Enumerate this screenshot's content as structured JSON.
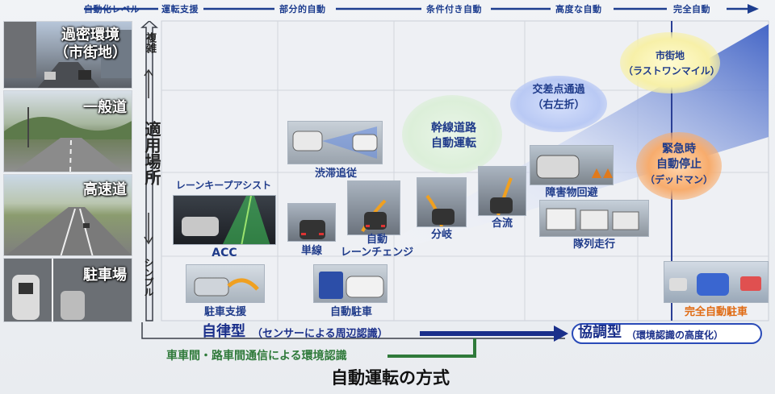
{
  "levels": [
    "自動化レベル",
    "運転支援",
    "部分的自動",
    "条件付き自動",
    "高度な自動",
    "完全自動"
  ],
  "environments": {
    "dense_line1": "過密環境",
    "dense_line2": "（市街地）",
    "general": "一般道",
    "highway": "高速道",
    "parking": "駐車場"
  },
  "y_axis": {
    "top": "複雑",
    "title": "適用場所",
    "bottom": "シンプル"
  },
  "functions": {
    "lane_keep": "レーンキープアシスト",
    "acc": "ACC",
    "traffic_jam": "渋滞追従",
    "single_lane": "単線",
    "auto_lane_change_1": "自動",
    "auto_lane_change_2": "レーンチェンジ",
    "branch": "分岐",
    "merge": "合流",
    "obstacle": "障害物回避",
    "platoon": "隊列走行",
    "parking_assist": "駐車支援",
    "auto_parking": "自動駐車",
    "full_auto_parking": "完全自動駐車"
  },
  "areas": {
    "trunk_line1": "幹線道路",
    "trunk_line2": "自動運転",
    "intersection_line1": "交差点通過",
    "intersection_line2": "（右左折）",
    "urban_line1": "市街地",
    "urban_line2": "（ラストワンマイル）",
    "emergency_line1": "緊急時",
    "emergency_line2": "自動停止",
    "emergency_line3": "（デッドマン）"
  },
  "methods": {
    "autonomous_main": "自律型",
    "autonomous_sub": "（センサーによる周辺認識）",
    "cooperative_main": "協調型",
    "cooperative_sub": "（環境認識の高度化）",
    "v2x": "車車間・路車間通信による環境認識",
    "title": "自動運転の方式"
  },
  "colors": {
    "navy": "#1a2f8a",
    "green": "#2f7a3a",
    "orange": "#e06a12",
    "cooperative_bg": "#2a4bb8"
  }
}
